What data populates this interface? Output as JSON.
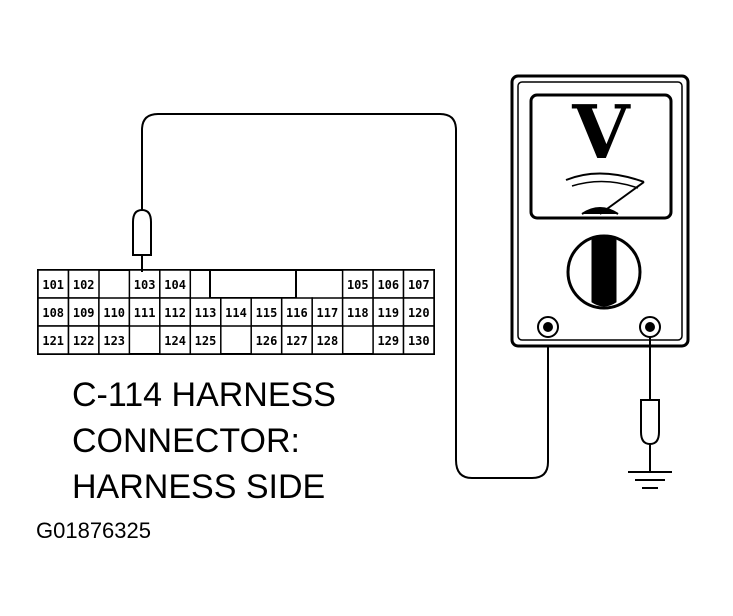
{
  "connector": {
    "caption_lines": [
      "C-114 HARNESS",
      "CONNECTOR:",
      "HARNESS SIDE"
    ],
    "rows": [
      [
        "101",
        "102",
        "",
        "103",
        "104",
        "",
        "",
        "",
        "",
        "",
        "105",
        "106",
        "107"
      ],
      [
        "108",
        "109",
        "110",
        "111",
        "112",
        "113",
        "114",
        "115",
        "116",
        "117",
        "118",
        "119",
        "120"
      ],
      [
        "121",
        "122",
        "123",
        "",
        "124",
        "125",
        "",
        "126",
        "127",
        "128",
        "",
        "129",
        "130"
      ]
    ]
  },
  "meter": {
    "display_symbol": "V"
  },
  "figure_id": "G01876325"
}
